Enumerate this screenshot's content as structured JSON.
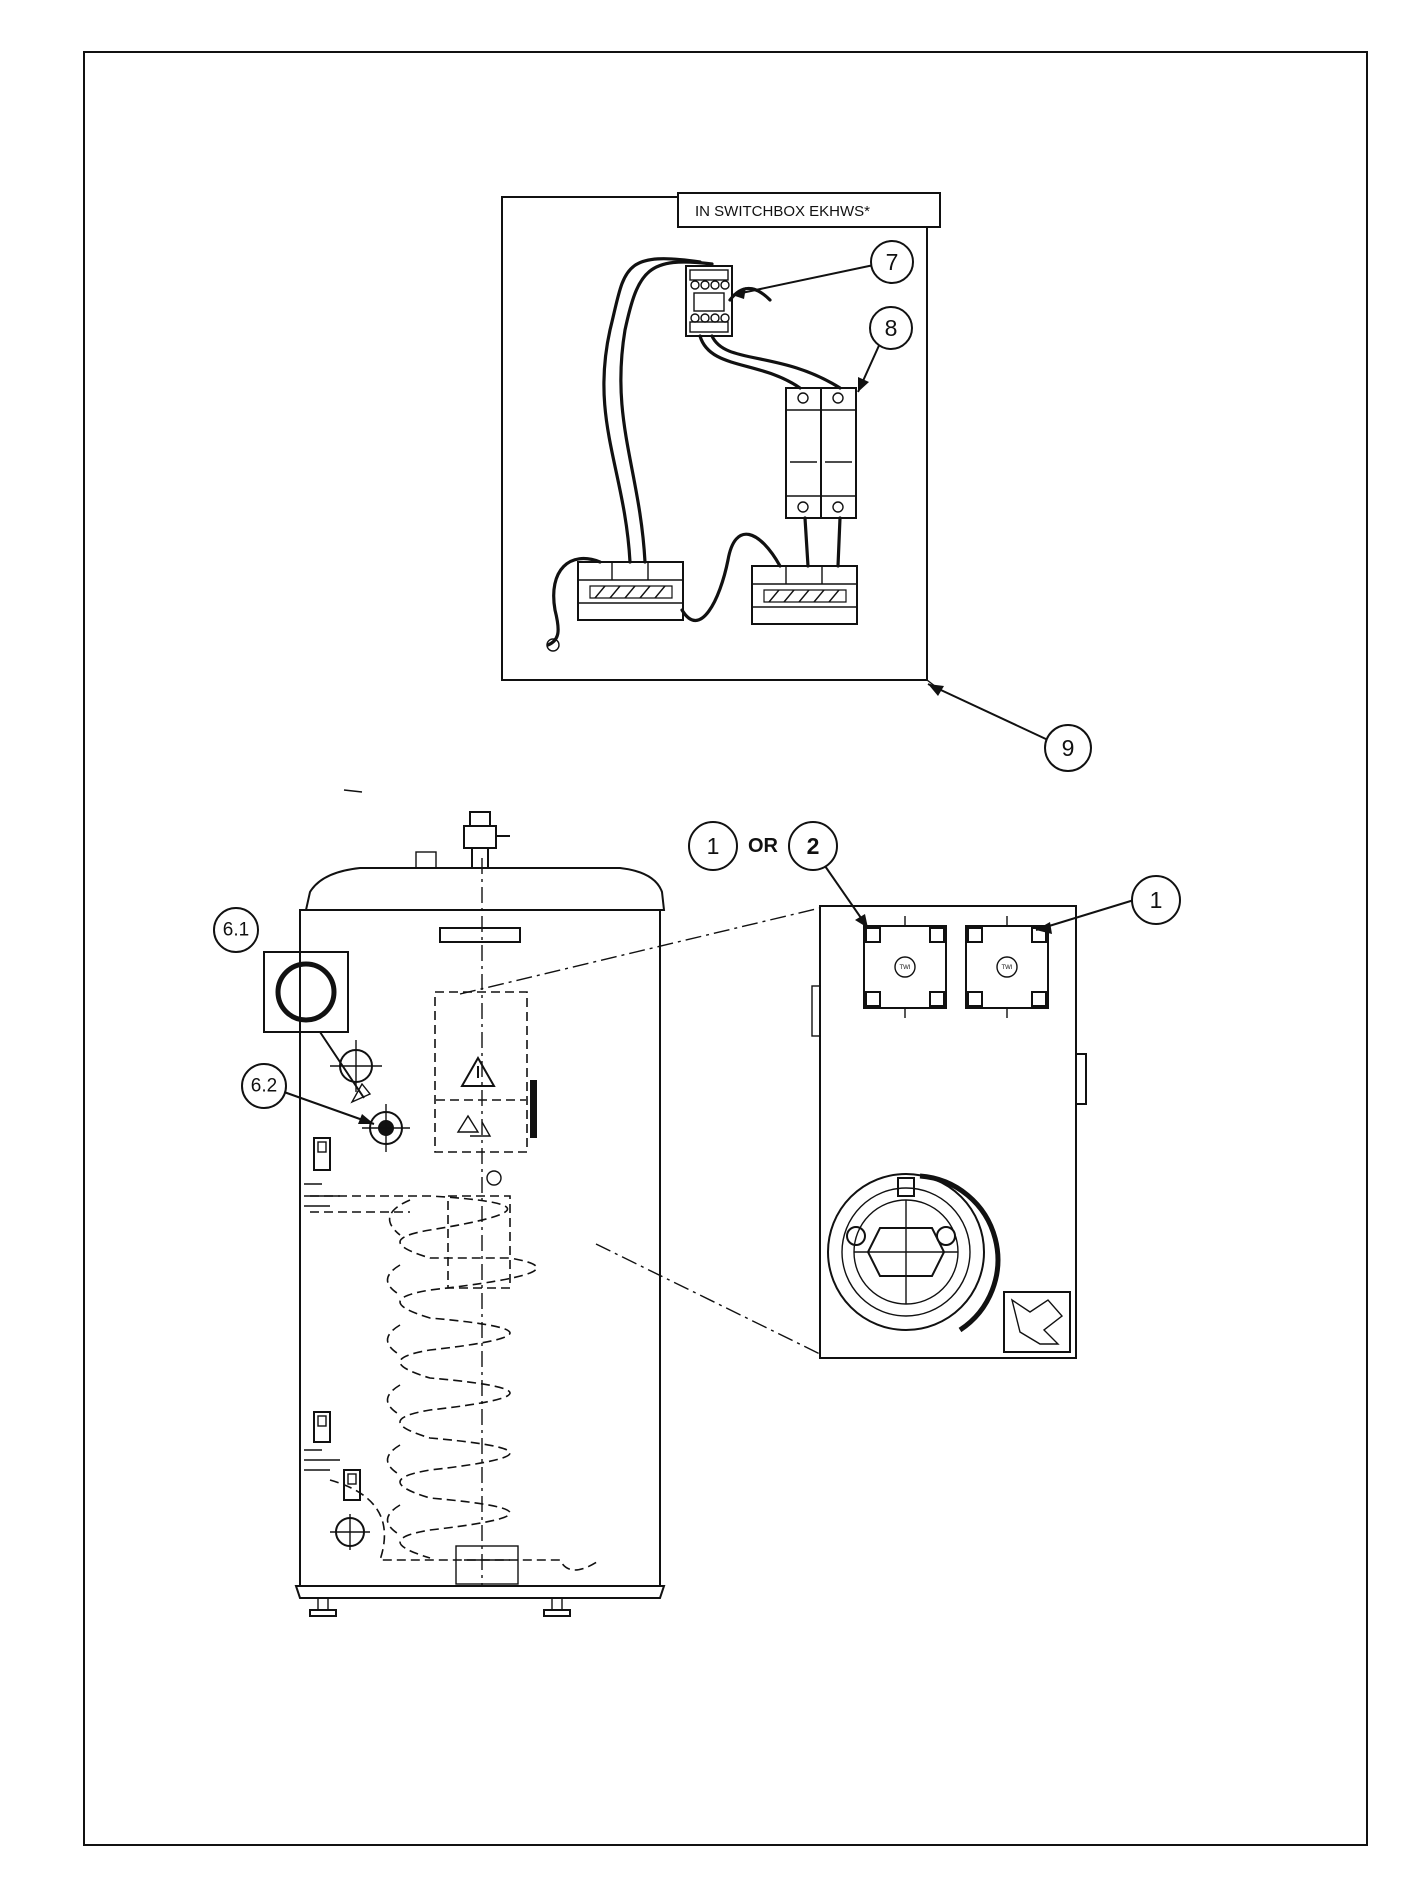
{
  "switchbox": {
    "label": "IN SWITCHBOX EKHWS*"
  },
  "callouts": {
    "c7": "7",
    "c8": "8",
    "c9": "9",
    "c1_left": "1",
    "or_text": "OR",
    "c2": "2",
    "c1_right": "1",
    "c6_1": "6.1",
    "c6_2": "6.2"
  }
}
